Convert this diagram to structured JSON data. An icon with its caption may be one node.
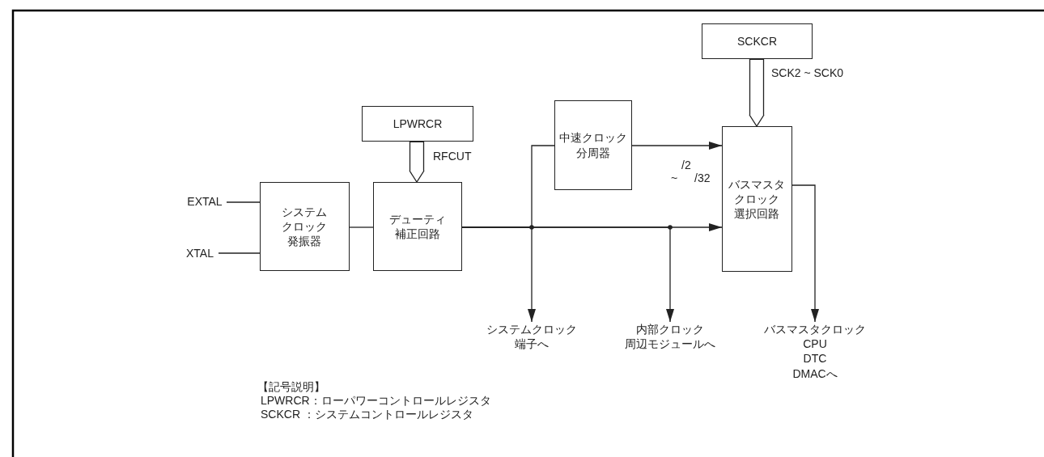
{
  "diagram": {
    "nodes": [
      {
        "text": [
          "SCKCR"
        ]
      },
      {
        "text": [
          "LPWRCR"
        ]
      },
      {
        "text": [
          "中速クロック分周器"
        ]
      },
      {
        "text": [
          "バスマスタクロック",
          "選択回路"
        ]
      },
      {
        "text": [
          "システムクロック発振器"
        ]
      },
      {
        "text": [
          "デューティ補正回路"
        ]
      },
      {
        "text": [
          "EXTAL"
        ]
      },
      {
        "text": [
          "XTAL"
        ]
      },
      {
        "text": [
          "システムクロック端子へ"
        ]
      },
      {
        "text": [
          "内部クロック",
          "周辺モジュールへ"
        ]
      },
      {
        "text": [
          "バスマスタクロック",
          "CPU",
          "DTC",
          "DMACへ"
        ]
      }
    ],
    "edges": [
      {
        "from": 0,
        "to": 3,
        "arrow": "to",
        "label": "SCK2 ~ SCK0",
        "style": "thick"
      },
      {
        "from": 1,
        "to": 5,
        "arrow": "to",
        "label": "RFCUT",
        "style": "thick"
      },
      {
        "from": 6,
        "to": 4,
        "arrow": "none"
      },
      {
        "from": 7,
        "to": 4,
        "arrow": "none"
      },
      {
        "from": 4,
        "to": 5,
        "arrow": "none"
      },
      {
        "from": 5,
        "to": 3,
        "arrow": "to"
      },
      {
        "from": 5,
        "to": 2,
        "arrow": "none"
      },
      {
        "from": 5,
        "to": 8,
        "arrow": "to"
      },
      {
        "from": 5,
        "to": 9,
        "arrow": "to"
      },
      {
        "from": 2,
        "to": 3,
        "arrow": "to"
      },
      {
        "from": 3,
        "to": 10,
        "arrow": "to"
      }
    ],
    "labels": [
      "/2",
      "~",
      "/32",
      "【記号説明】",
      "LPWRCR：ローパワーコントロールレジスタ",
      "SCKCR ：システムコントロールレジスタ"
    ]
  }
}
